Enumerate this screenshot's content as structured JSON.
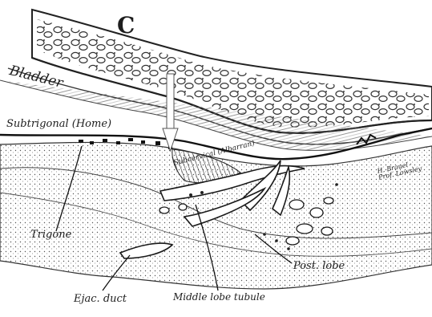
{
  "figure": {
    "panel_letter": "C",
    "colors": {
      "ink": "#2a2a2a",
      "paper": "#ffffff",
      "shade": "#5a5a5a"
    },
    "labels": {
      "bladder": "Bladder",
      "subtrigonal": "Subtrigonal (Home)",
      "subcervical": "Subcervical (Albarran)",
      "trigone": "Trigone",
      "ejac_duct": "Ejac. duct",
      "middle_lobe_tubule": "Middle lobe tubule",
      "post_lobe": "Post. lobe",
      "signature": "H. Brauel · Prof. Lowsley"
    }
  }
}
